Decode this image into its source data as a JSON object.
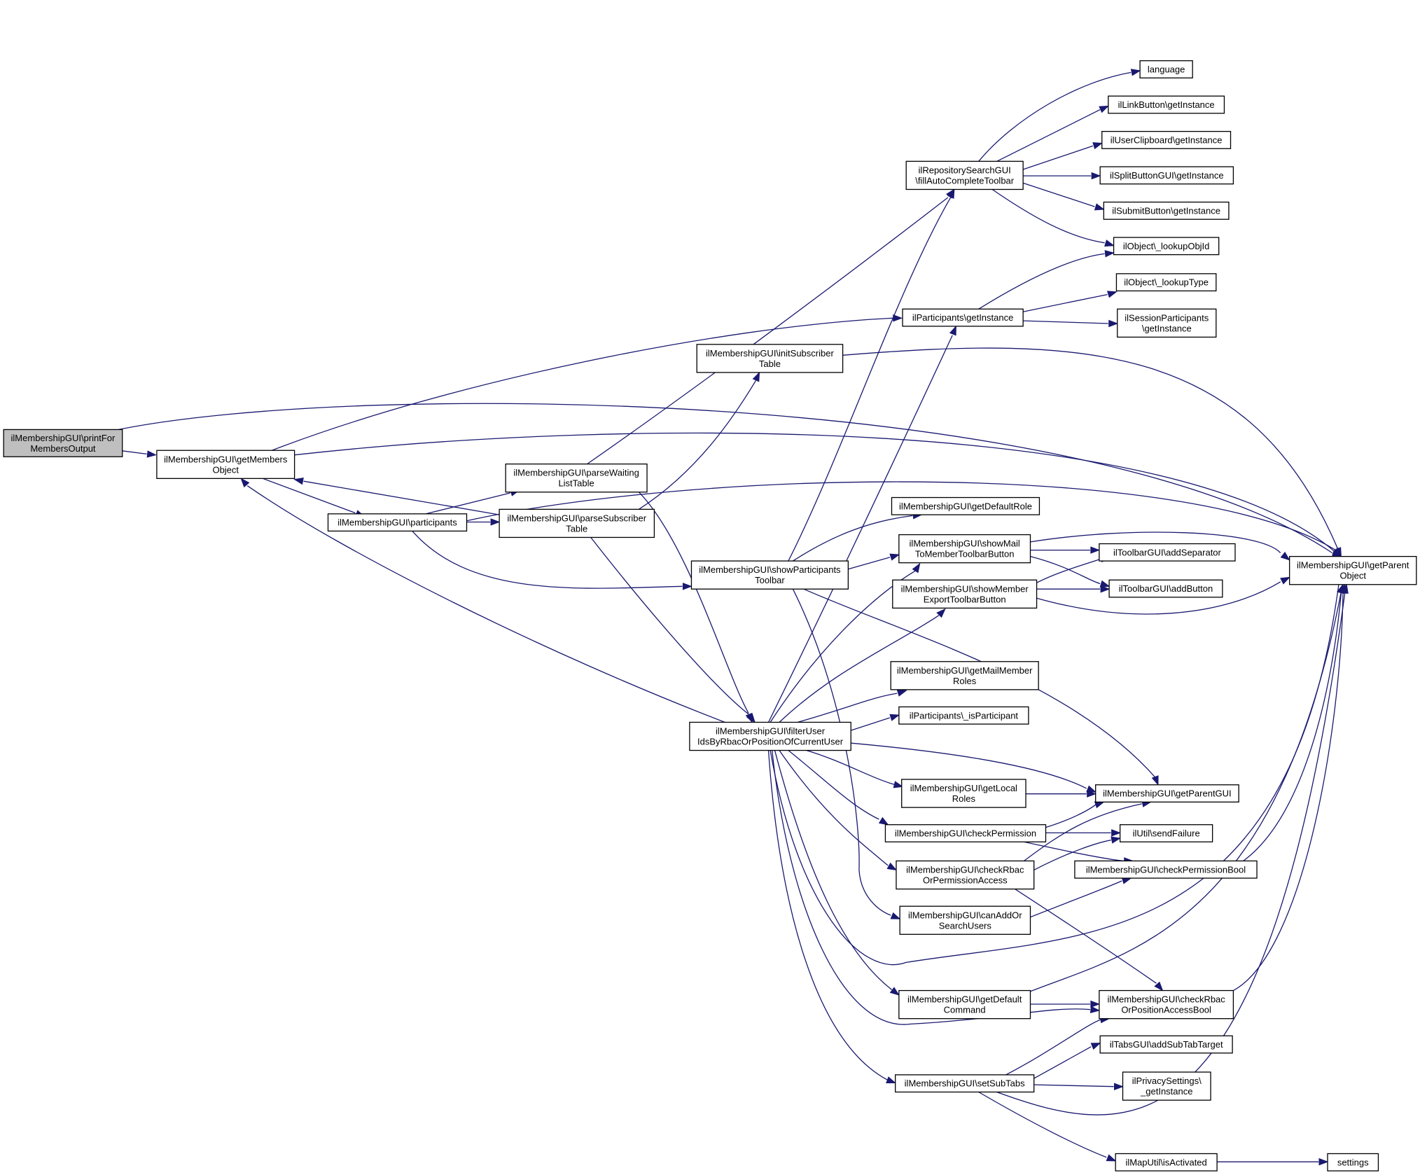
{
  "nodes": [
    {
      "id": "printFor",
      "lines": [
        "ilMembershipGUI\\printFor",
        "MembersOutput"
      ],
      "root": true
    },
    {
      "id": "getMembersObject",
      "lines": [
        "ilMembershipGUI\\getMembers",
        "Object"
      ]
    },
    {
      "id": "participants",
      "lines": [
        "ilMembershipGUI\\participants"
      ]
    },
    {
      "id": "parseWaiting",
      "lines": [
        "ilMembershipGUI\\parseWaiting",
        "ListTable"
      ]
    },
    {
      "id": "parseSubscriber",
      "lines": [
        "ilMembershipGUI\\parseSubscriber",
        "Table"
      ]
    },
    {
      "id": "initSubscriber",
      "lines": [
        "ilMembershipGUI\\initSubscriber",
        "Table"
      ]
    },
    {
      "id": "showParticipantsToolbar",
      "lines": [
        "ilMembershipGUI\\showParticipants",
        "Toolbar"
      ]
    },
    {
      "id": "filterUser",
      "lines": [
        "ilMembershipGUI\\filterUser",
        "IdsByRbacOrPositionOfCurrentUser"
      ]
    },
    {
      "id": "fillAuto",
      "lines": [
        "ilRepositorySearchGUI",
        "\\fillAutoCompleteToolbar"
      ]
    },
    {
      "id": "partGetInstance",
      "lines": [
        "ilParticipants\\getInstance"
      ]
    },
    {
      "id": "getDefaultRole",
      "lines": [
        "ilMembershipGUI\\getDefaultRole"
      ]
    },
    {
      "id": "showMail",
      "lines": [
        "ilMembershipGUI\\showMail",
        "ToMemberToolbarButton"
      ]
    },
    {
      "id": "showMemberExport",
      "lines": [
        "ilMembershipGUI\\showMember",
        "ExportToolbarButton"
      ]
    },
    {
      "id": "getMailMemberRoles",
      "lines": [
        "ilMembershipGUI\\getMailMember",
        "Roles"
      ]
    },
    {
      "id": "isParticipant",
      "lines": [
        "ilParticipants\\_isParticipant"
      ]
    },
    {
      "id": "getLocalRoles",
      "lines": [
        "ilMembershipGUI\\getLocal",
        "Roles"
      ]
    },
    {
      "id": "checkPermission",
      "lines": [
        "ilMembershipGUI\\checkPermission"
      ]
    },
    {
      "id": "checkRbacAccess",
      "lines": [
        "ilMembershipGUI\\checkRbac",
        "OrPermissionAccess"
      ]
    },
    {
      "id": "canAdd",
      "lines": [
        "ilMembershipGUI\\canAddOr",
        "SearchUsers"
      ]
    },
    {
      "id": "getDefaultCommand",
      "lines": [
        "ilMembershipGUI\\getDefault",
        "Command"
      ]
    },
    {
      "id": "setSubTabs",
      "lines": [
        "ilMembershipGUI\\setSubTabs"
      ]
    },
    {
      "id": "language",
      "lines": [
        "language"
      ]
    },
    {
      "id": "linkButton",
      "lines": [
        "ilLinkButton\\getInstance"
      ]
    },
    {
      "id": "userClipboard",
      "lines": [
        "ilUserClipboard\\getInstance"
      ]
    },
    {
      "id": "splitButton",
      "lines": [
        "ilSplitButtonGUI\\getInstance"
      ]
    },
    {
      "id": "submitButton",
      "lines": [
        "ilSubmitButton\\getInstance"
      ]
    },
    {
      "id": "lookupObjId",
      "lines": [
        "ilObject\\_lookupObjId"
      ]
    },
    {
      "id": "lookupType",
      "lines": [
        "ilObject\\_lookupType"
      ]
    },
    {
      "id": "sessionParticipants",
      "lines": [
        "ilSessionParticipants",
        "\\getInstance"
      ]
    },
    {
      "id": "addSeparator",
      "lines": [
        "ilToolbarGUI\\addSeparator"
      ]
    },
    {
      "id": "addButton",
      "lines": [
        "ilToolbarGUI\\addButton"
      ]
    },
    {
      "id": "getParentGUI",
      "lines": [
        "ilMembershipGUI\\getParentGUI"
      ]
    },
    {
      "id": "sendFailure",
      "lines": [
        "ilUtil\\sendFailure"
      ]
    },
    {
      "id": "checkPermissionBool",
      "lines": [
        "ilMembershipGUI\\checkPermissionBool"
      ]
    },
    {
      "id": "checkRbacBool",
      "lines": [
        "ilMembershipGUI\\checkRbac",
        "OrPositionAccessBool"
      ]
    },
    {
      "id": "addSubTabTarget",
      "lines": [
        "ilTabsGUI\\addSubTabTarget"
      ]
    },
    {
      "id": "privacySettings",
      "lines": [
        "ilPrivacySettings\\",
        "_getInstance"
      ]
    },
    {
      "id": "mapUtil",
      "lines": [
        "ilMapUtil\\isActivated"
      ]
    },
    {
      "id": "settings",
      "lines": [
        "settings"
      ]
    },
    {
      "id": "getParentObject",
      "lines": [
        "ilMembershipGUI\\getParent",
        "Object"
      ]
    }
  ]
}
